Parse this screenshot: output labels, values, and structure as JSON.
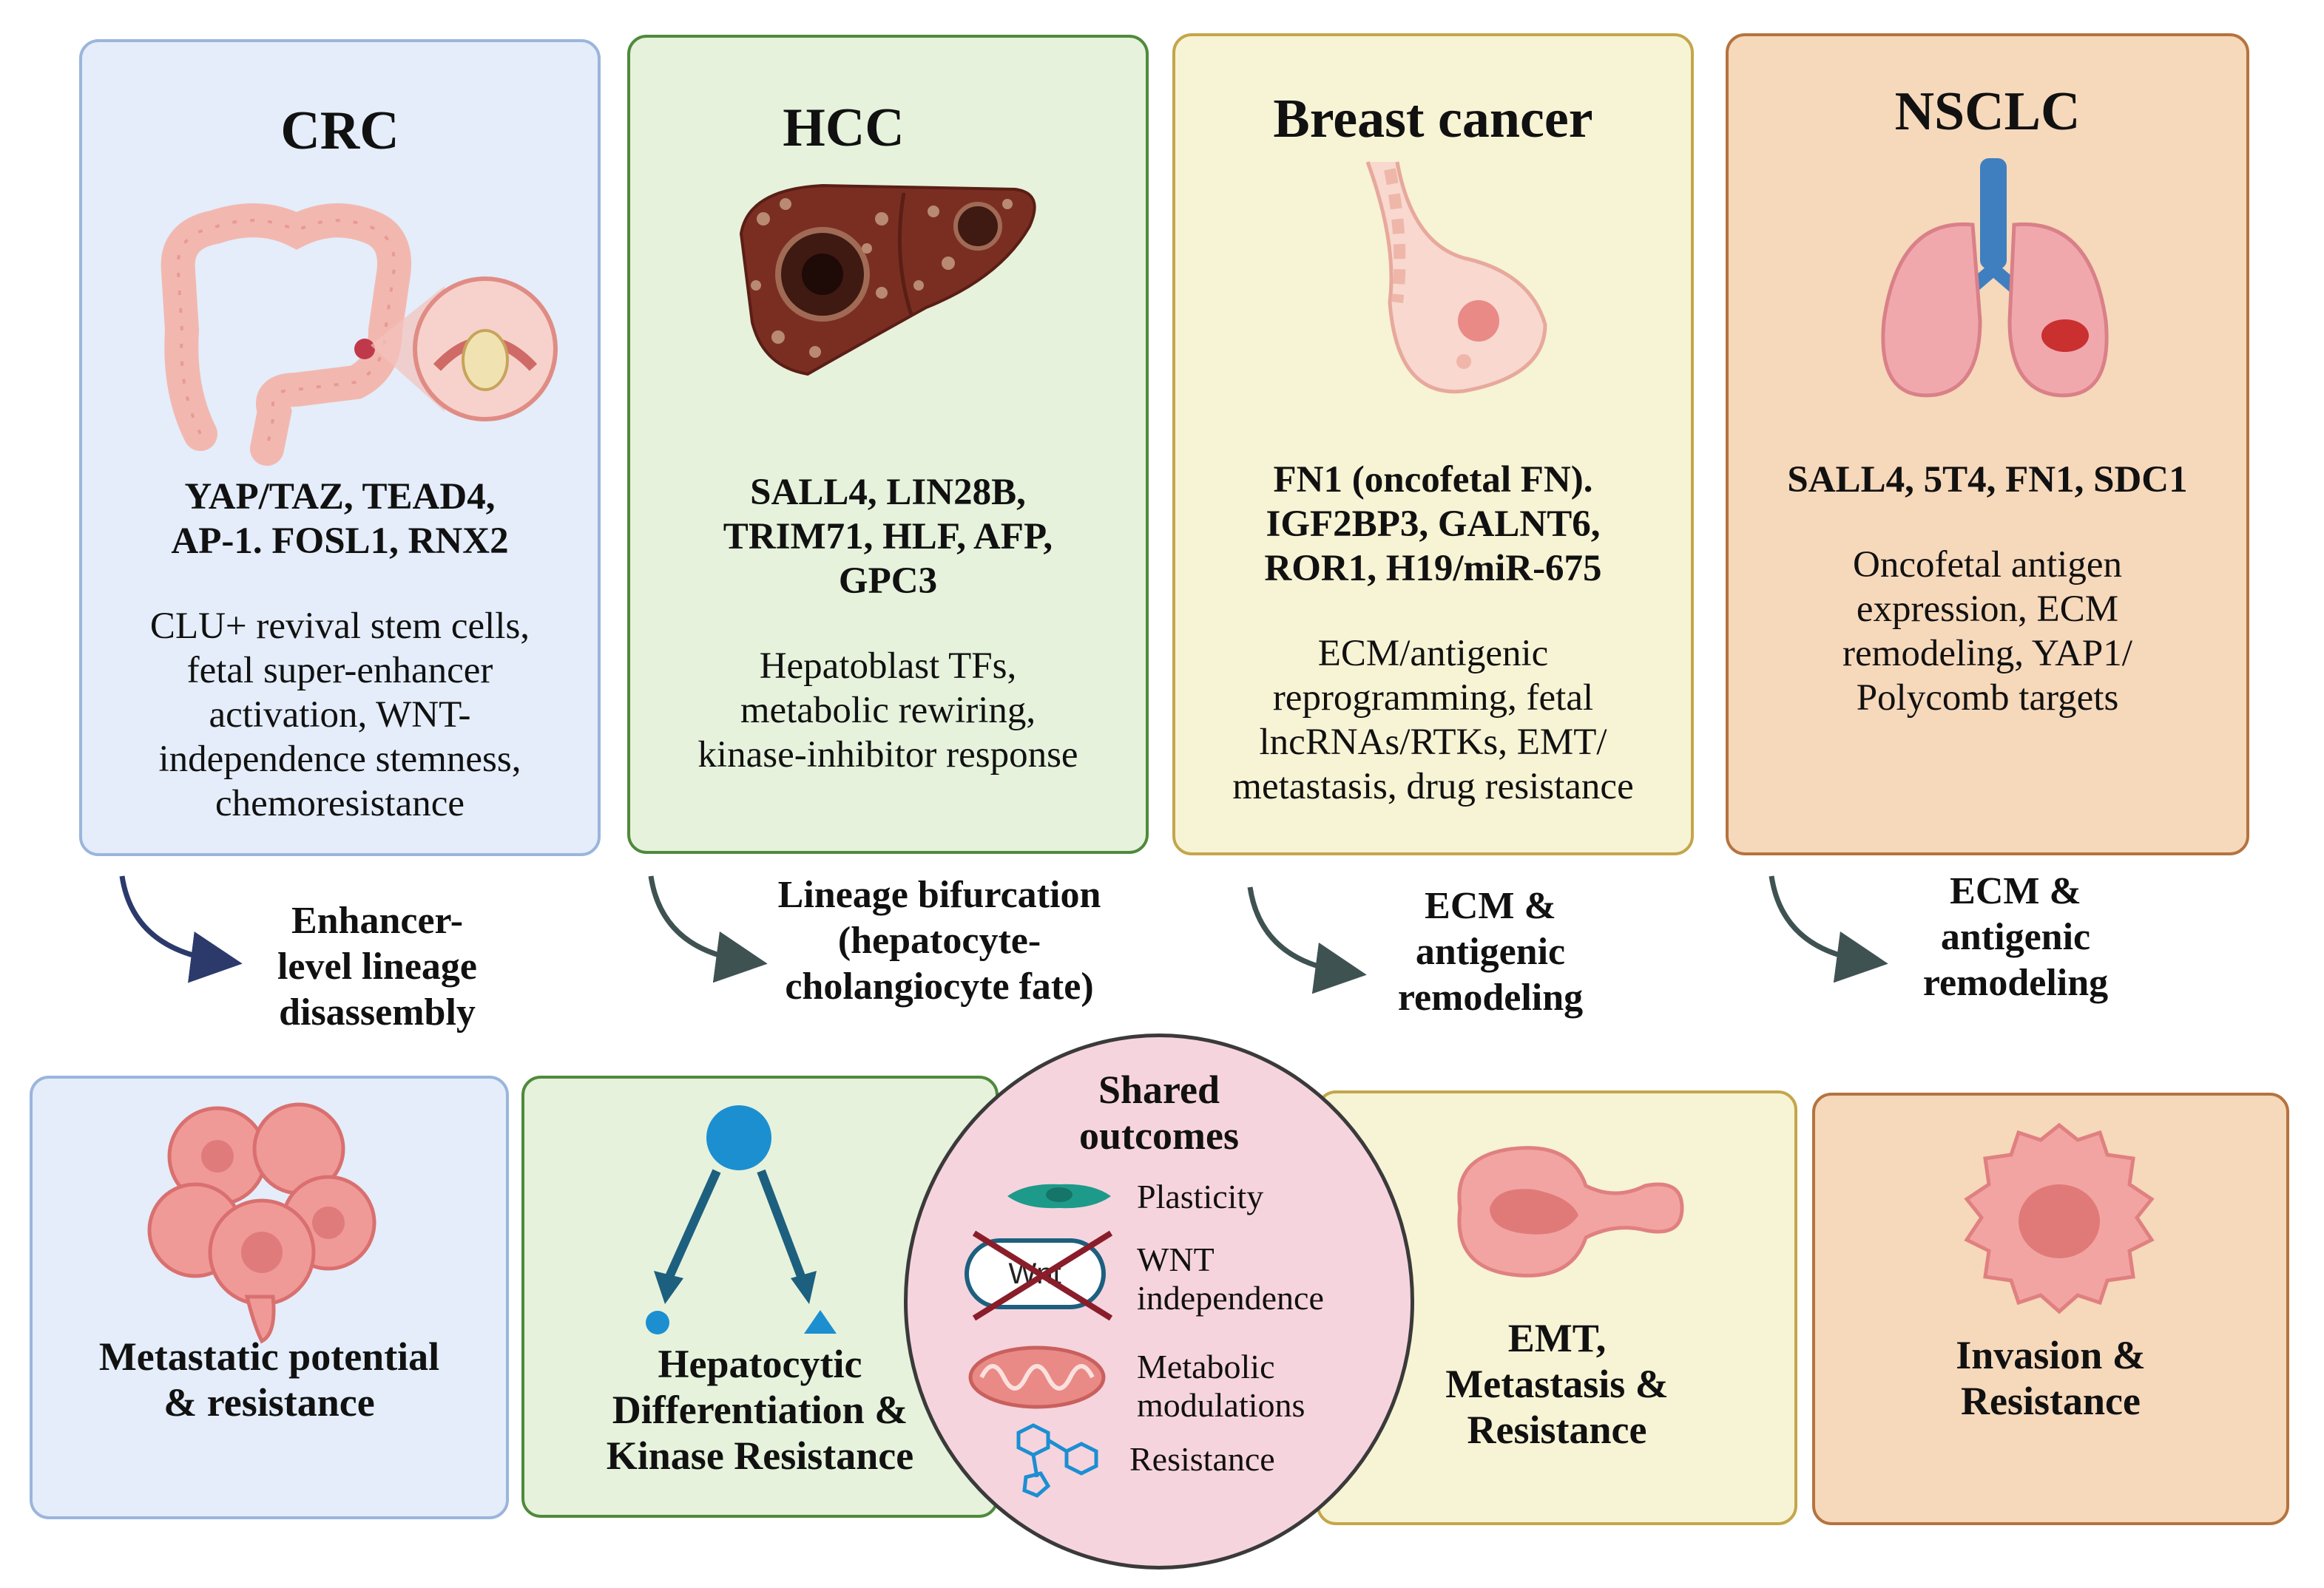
{
  "panels": [
    {
      "title": "CRC",
      "markers": [
        "YAP/TAZ, TEAD4,",
        "AP-1. FOSL1, RNX2"
      ],
      "description": [
        "CLU+ revival stem cells,",
        "fetal super-enhancer",
        "activation, WNT-",
        "independence stemness,",
        "chemoresistance"
      ]
    },
    {
      "title": "HCC",
      "markers": [
        "SALL4, LIN28B,",
        "TRIM71, HLF, AFP,",
        "GPC3"
      ],
      "description": [
        "Hepatoblast TFs,",
        "metabolic rewiring,",
        "kinase-inhibitor response"
      ]
    },
    {
      "title": "Breast cancer",
      "markers": [
        "FN1 (oncofetal FN).",
        "IGF2BP3, GALNT6,",
        "ROR1, H19/miR-675"
      ],
      "description": [
        "ECM/antigenic",
        "reprogramming, fetal",
        "lncRNAs/RTKs, EMT/",
        "metastasis, drug resistance"
      ]
    },
    {
      "title": "NSCLC",
      "markers": [
        "SALL4, 5T4, FN1, SDC1"
      ],
      "description": [
        "Oncofetal antigen",
        "expression, ECM",
        "remodeling, YAP1/",
        "Polycomb targets"
      ]
    }
  ],
  "transitions": [
    [
      "Enhancer-",
      "level lineage",
      "disassembly"
    ],
    [
      "Lineage bifurcation",
      "(hepatocyte-",
      "cholangiocyte fate)"
    ],
    [
      "ECM &",
      "antigenic",
      "remodeling"
    ],
    [
      "ECM &",
      "antigenic",
      "remodeling"
    ]
  ],
  "outcomes": [
    [
      "Metastatic potential",
      "& resistance"
    ],
    [
      "Hepatocytic",
      "Differentiation &",
      "Kinase Resistance"
    ],
    [
      "EMT,",
      "Metastasis &",
      "Resistance"
    ],
    [
      "Invasion &",
      "Resistance"
    ]
  ],
  "shared": {
    "title": [
      "Shared",
      "outcomes"
    ],
    "items": [
      {
        "label": [
          "Plasticity"
        ],
        "icon": "cell-icon"
      },
      {
        "label": [
          "WNT",
          "independence"
        ],
        "icon": "crossed-wnt-icon",
        "icon_text": "Wnt"
      },
      {
        "label": [
          "Metabolic",
          "modulations"
        ],
        "icon": "mitochondrion-icon"
      },
      {
        "label": [
          "Resistance"
        ],
        "icon": "molecule-icon"
      }
    ]
  },
  "colors": {
    "crc_fill": "#e4edf9",
    "crc_border": "#9bb5dc",
    "hcc_fill": "#e6f2dc",
    "hcc_border": "#4f8a3c",
    "breast_fill": "#f7f3d5",
    "breast_border": "#c4a64a",
    "nsclc_fill": "#f6d8bb",
    "nsclc_border": "#b5733f",
    "shared_fill": "#f6d4de",
    "shared_border": "#3a3a3a",
    "crc_arrow": "#2b3a6b",
    "other_arrow": "#3f5252"
  }
}
